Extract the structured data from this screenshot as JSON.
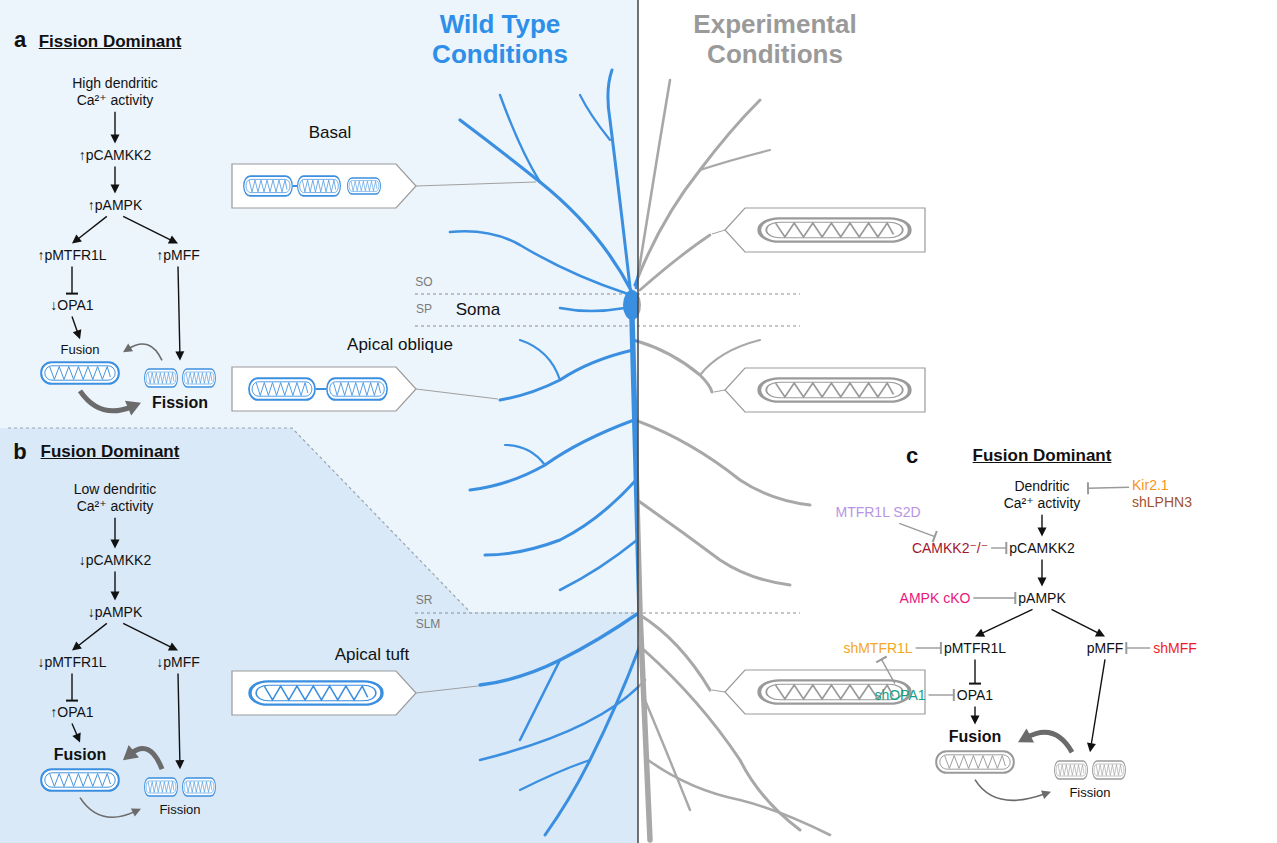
{
  "diagram": {
    "nodes": [
      {
        "text": [
          "High dendritic Ca²⁺ activity"
        ]
      },
      {
        "text": [
          "↑pCAMKK2"
        ]
      },
      {
        "text": [
          "↑pAMPK"
        ]
      },
      {
        "text": [
          "↑pMTFR1L"
        ]
      },
      {
        "text": [
          "↑pMFF"
        ]
      },
      {
        "text": [
          "↓OPA1"
        ]
      },
      {
        "text": [
          "Fusion"
        ]
      },
      {
        "text": [
          "Fission"
        ]
      },
      {
        "text": [
          "Low dendritic Ca²⁺ activity"
        ]
      },
      {
        "text": [
          "↓pCAMKK2"
        ]
      },
      {
        "text": [
          "↓pAMPK"
        ]
      },
      {
        "text": [
          "↓pMTFR1L"
        ]
      },
      {
        "text": [
          "↓pMFF"
        ]
      },
      {
        "text": [
          "↑OPA1"
        ]
      },
      {
        "text": [
          "Fusion"
        ]
      },
      {
        "text": [
          "Fission"
        ]
      },
      {
        "text": [
          "Dendritic Ca²⁺ activity"
        ]
      },
      {
        "text": [
          "Kir2.1",
          "shLPHN3"
        ]
      },
      {
        "text": [
          "MTFR1L S2D"
        ]
      },
      {
        "text": [
          "CAMKK2⁻/⁻"
        ]
      },
      {
        "text": [
          "pCAMKK2"
        ]
      },
      {
        "text": [
          "AMPK cKO"
        ]
      },
      {
        "text": [
          "pAMPK"
        ]
      },
      {
        "text": [
          "shMTFR1L"
        ]
      },
      {
        "text": [
          "pMTFR1L"
        ]
      },
      {
        "text": [
          "pMFF"
        ]
      },
      {
        "text": [
          "shMFF"
        ]
      },
      {
        "text": [
          "shOPA1"
        ]
      },
      {
        "text": [
          "OPA1"
        ]
      },
      {
        "text": [
          "Fusion"
        ]
      },
      {
        "text": [
          "Fission"
        ]
      }
    ],
    "edges": [
      {
        "from": 0,
        "to": 1,
        "arrow": "to"
      },
      {
        "from": 1,
        "to": 2,
        "arrow": "to"
      },
      {
        "from": 2,
        "to": 3,
        "arrow": "to"
      },
      {
        "from": 2,
        "to": 4,
        "arrow": "to"
      },
      {
        "from": 3,
        "to": 5,
        "arrow": "to"
      },
      {
        "from": 5,
        "to": 6,
        "arrow": "to"
      },
      {
        "from": 4,
        "to": 7,
        "arrow": "to"
      },
      {
        "from": 7,
        "to": 6,
        "arrow": "to"
      },
      {
        "from": 6,
        "to": 7,
        "arrow": "to"
      },
      {
        "from": 8,
        "to": 9,
        "arrow": "to"
      },
      {
        "from": 9,
        "to": 10,
        "arrow": "to"
      },
      {
        "from": 10,
        "to": 11,
        "arrow": "to"
      },
      {
        "from": 10,
        "to": 12,
        "arrow": "to"
      },
      {
        "from": 11,
        "to": 13,
        "arrow": "to"
      },
      {
        "from": 13,
        "to": 14,
        "arrow": "to"
      },
      {
        "from": 12,
        "to": 15,
        "arrow": "to"
      },
      {
        "from": 15,
        "to": 14,
        "arrow": "to"
      },
      {
        "from": 14,
        "to": 15,
        "arrow": "to"
      },
      {
        "from": 16,
        "to": 20,
        "arrow": "to"
      },
      {
        "from": 20,
        "to": 22,
        "arrow": "to"
      },
      {
        "from": 22,
        "to": 24,
        "arrow": "to"
      },
      {
        "from": 22,
        "to": 25,
        "arrow": "to"
      },
      {
        "from": 24,
        "to": 28,
        "arrow": "to"
      },
      {
        "from": 28,
        "to": 29,
        "arrow": "to"
      },
      {
        "from": 25,
        "to": 30,
        "arrow": "to"
      },
      {
        "from": 30,
        "to": 29,
        "arrow": "to"
      },
      {
        "from": 29,
        "to": 30,
        "arrow": "to"
      },
      {
        "from": 17,
        "to": 16,
        "arrow": "to"
      },
      {
        "from": 18,
        "to": 19,
        "arrow": "to"
      },
      {
        "from": 19,
        "to": 20,
        "arrow": "to"
      },
      {
        "from": 21,
        "to": 22,
        "arrow": "to"
      },
      {
        "from": 23,
        "to": 24,
        "arrow": "to"
      },
      {
        "from": 27,
        "to": 28,
        "arrow": "to"
      },
      {
        "from": 27,
        "to": 23,
        "arrow": "to"
      },
      {
        "from": 26,
        "to": 25,
        "arrow": "to"
      }
    ],
    "labels": [
      "a",
      "Fission Dominant",
      "Wild Type Conditions",
      "Experimental Conditions",
      "Basal",
      "SO",
      "SP",
      "Soma",
      "Apical oblique",
      "SR",
      "SLM",
      "Apical tuft",
      "b",
      "Fusion Dominant",
      "c",
      "Fusion Dominant"
    ]
  }
}
